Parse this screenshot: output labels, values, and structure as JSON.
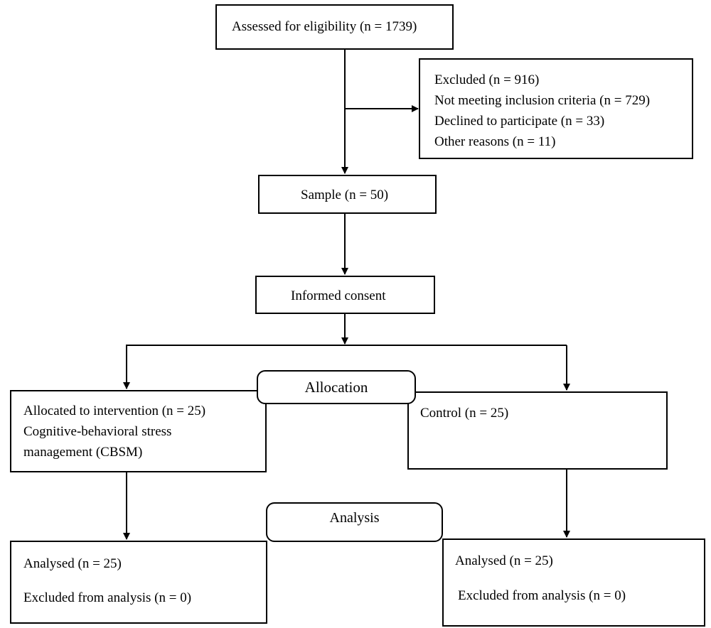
{
  "nodes": {
    "assessed": "Assessed for eligibility (n = 1739)",
    "excluded": {
      "title": "Excluded (n = 916)",
      "lines": [
        "Not meeting inclusion criteria (n = 729)",
        "Declined to participate (n = 33)",
        "Other reasons (n = 11)"
      ]
    },
    "sample": "Sample (n = 50)",
    "consent": "Informed consent",
    "allocation": "Allocation",
    "intervention": [
      "Allocated to intervention (n = 25)",
      "Cognitive-behavioral stress",
      "management (CBSM)"
    ],
    "control": "Control (n = 25)",
    "analysis": "Analysis",
    "analysed_left": {
      "analysed": "Analysed (n = 25)",
      "excluded": "Excluded from analysis (n = 0)"
    },
    "analysed_right": {
      "analysed": "Analysed (n = 25)",
      "excluded": "Excluded from analysis (n = 0)"
    }
  }
}
